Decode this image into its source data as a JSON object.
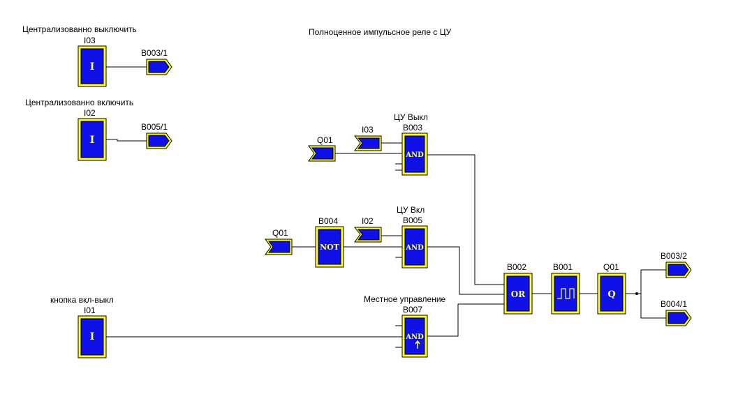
{
  "title": "Полноценное импульсное реле с ЦУ",
  "inputs": [
    {
      "id": "I03",
      "caption": "Централизованно выключить",
      "symbol": "I",
      "target": "B003/1"
    },
    {
      "id": "I02",
      "caption": "Централизованно включить",
      "symbol": "I",
      "target": "B005/1"
    },
    {
      "id": "I01",
      "caption": "кнопка вкл-выкл",
      "symbol": "I"
    }
  ],
  "connectors": {
    "q01_top": "Q01",
    "i03_ref": "I03",
    "q01_mid": "Q01",
    "i02_ref": "I02",
    "out_b003_2": "B003/2",
    "out_b004_1": "B004/1"
  },
  "blocks": {
    "b003": {
      "id": "B003",
      "caption": "ЦУ Выкл",
      "symbol": "AND"
    },
    "b004": {
      "id": "B004",
      "symbol": "NOT"
    },
    "b005": {
      "id": "B005",
      "caption": "ЦУ Вкл",
      "symbol": "AND"
    },
    "b007": {
      "id": "B007",
      "caption": "Местное управление",
      "symbol": "AND"
    },
    "b002": {
      "id": "B002",
      "symbol": "OR"
    },
    "b001": {
      "id": "B001"
    },
    "q01": {
      "id": "Q01",
      "symbol": "Q"
    }
  }
}
